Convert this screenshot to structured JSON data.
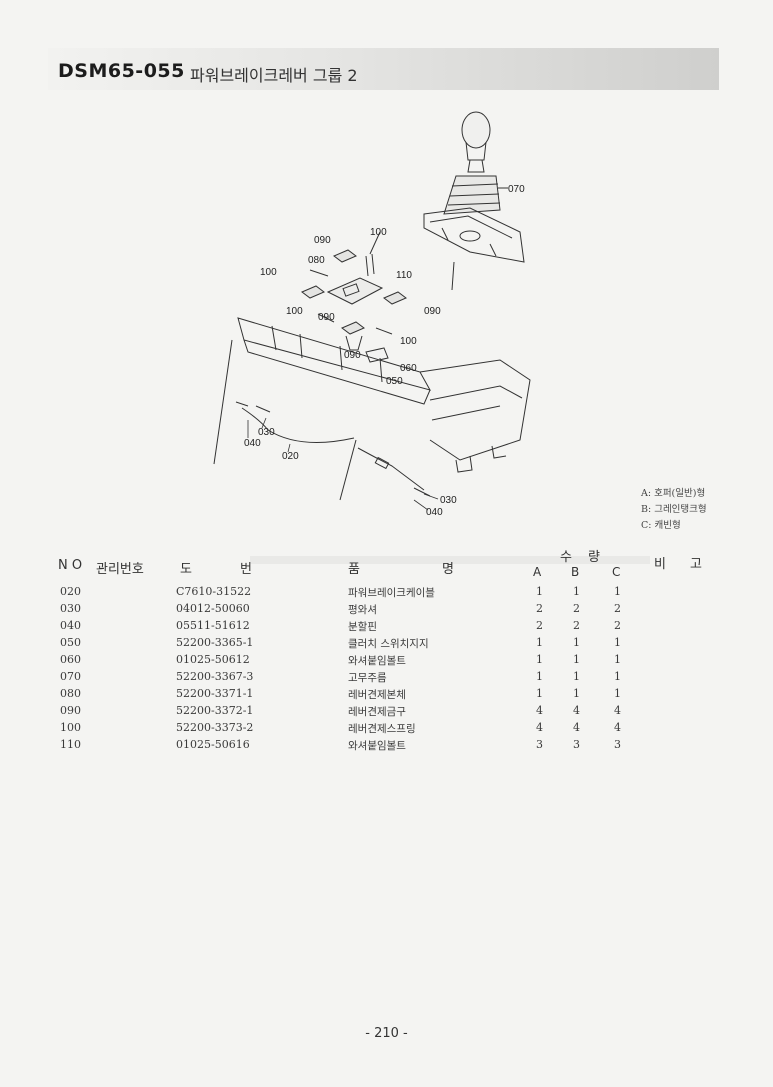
{
  "header": {
    "model": "DSM65-055",
    "group_title": "파워브레이크레버 그룹 2"
  },
  "diagram": {
    "callouts": {
      "c070": "070",
      "c090a": "090",
      "c100a": "100",
      "c080": "080",
      "c100b": "100",
      "c110": "110",
      "c090b": "090",
      "c100c": "100",
      "c090c": "090",
      "c100d": "100",
      "c090d": "090",
      "c060": "060",
      "c050": "050",
      "c030a": "030",
      "c040a": "040",
      "c020": "020",
      "c030b": "030",
      "c040b": "040"
    },
    "legend": [
      "A: 호퍼(일반)형",
      "B: 그레인탱크형",
      "C: 캐빈형"
    ]
  },
  "table": {
    "headers": {
      "no": "N O",
      "mgmt": "관리번호",
      "drawing": "도",
      "number": "번",
      "item": "품",
      "name": "명",
      "qty": "수",
      "qty2": "량",
      "a": "A",
      "b": "B",
      "c": "C",
      "remark1": "비",
      "remark2": "고"
    },
    "rows": [
      {
        "no": "020",
        "part": "C7610-31522",
        "name": "파워브레이크케이블",
        "a": "1",
        "b": "1",
        "c": "1"
      },
      {
        "no": "030",
        "part": "04012-50060",
        "name": "평와셔",
        "a": "2",
        "b": "2",
        "c": "2"
      },
      {
        "no": "040",
        "part": "05511-51612",
        "name": "분할핀",
        "a": "2",
        "b": "2",
        "c": "2"
      },
      {
        "no": "050",
        "part": "52200-3365-1",
        "name": "클러치 스위치지지",
        "a": "1",
        "b": "1",
        "c": "1"
      },
      {
        "no": "060",
        "part": "01025-50612",
        "name": "와셔붙임볼트",
        "a": "1",
        "b": "1",
        "c": "1"
      },
      {
        "no": "070",
        "part": "52200-3367-3",
        "name": "고무주름",
        "a": "1",
        "b": "1",
        "c": "1"
      },
      {
        "no": "080",
        "part": "52200-3371-1",
        "name": "레버견제본체",
        "a": "1",
        "b": "1",
        "c": "1"
      },
      {
        "no": "090",
        "part": "52200-3372-1",
        "name": "레버견제금구",
        "a": "4",
        "b": "4",
        "c": "4"
      },
      {
        "no": "100",
        "part": "52200-3373-2",
        "name": "레버견제스프링",
        "a": "4",
        "b": "4",
        "c": "4"
      },
      {
        "no": "110",
        "part": "01025-50616",
        "name": "와셔붙임볼트",
        "a": "3",
        "b": "3",
        "c": "3"
      }
    ]
  },
  "footer": {
    "page": "- 210 -"
  }
}
